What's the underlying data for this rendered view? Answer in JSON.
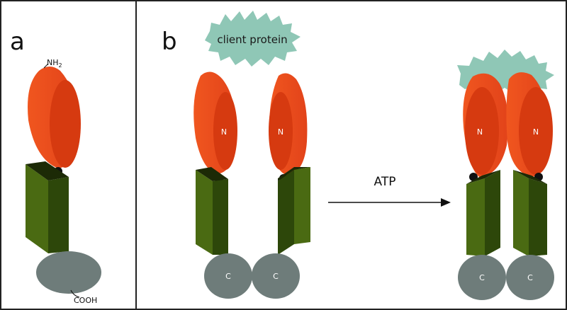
{
  "panels": {
    "a": {
      "letter": "a"
    },
    "b": {
      "letter": "b"
    }
  },
  "labels": {
    "nh2_base": "NH",
    "nh2_sub": "2",
    "cooh": "COOH",
    "client_protein": "client protein",
    "n_domain": "N",
    "c_domain": "C",
    "arrow": "ATP"
  },
  "colors": {
    "n_domain_fill": "#ee4a1a",
    "n_domain_face": "#d63a10",
    "middle_front": "#4a6a12",
    "middle_side": "#2d470a",
    "c_domain": "#6e7c7a",
    "client_protein": "#8fc7b6",
    "hinge": "#111111",
    "frame": "#222222"
  }
}
